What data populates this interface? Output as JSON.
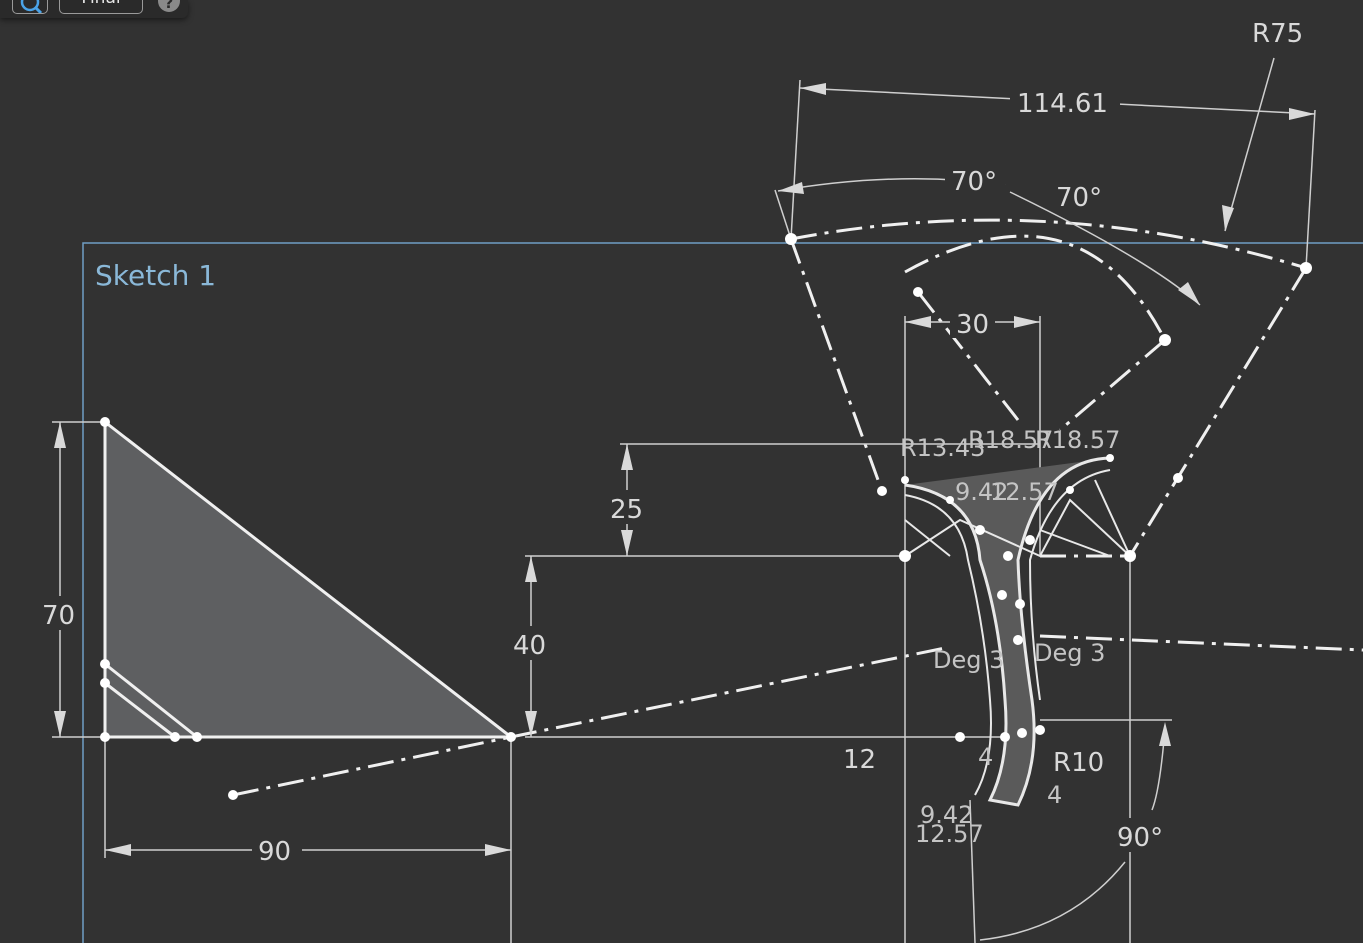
{
  "toolbar": {
    "final_label": "Final",
    "help_label": "?",
    "zoom_icon": "zoom-icon"
  },
  "sketch": {
    "title": "Sketch 1",
    "frame_color": "#6f9ec4",
    "dimensions": {
      "d_r75": "R75",
      "d_114": "114.61",
      "d_70a": "70°",
      "d_70b": "70°",
      "d_30": "30",
      "d_r1343": "R13.43",
      "d_r18a": "R18.57",
      "d_r18b": "R18.57",
      "d_942a": "9.42",
      "d_1257a": "12.57",
      "d_25": "25",
      "d_40": "40",
      "d_70v": "70",
      "d_90": "90",
      "d_12": "12",
      "d_deg3a": "Deg 3",
      "d_deg3b": "Deg 3",
      "d_r10": "R10",
      "d_4a": "4",
      "d_4b": "4",
      "d_942b": "9.42",
      "d_1257b": "12.57",
      "d_90deg": "90°"
    }
  }
}
